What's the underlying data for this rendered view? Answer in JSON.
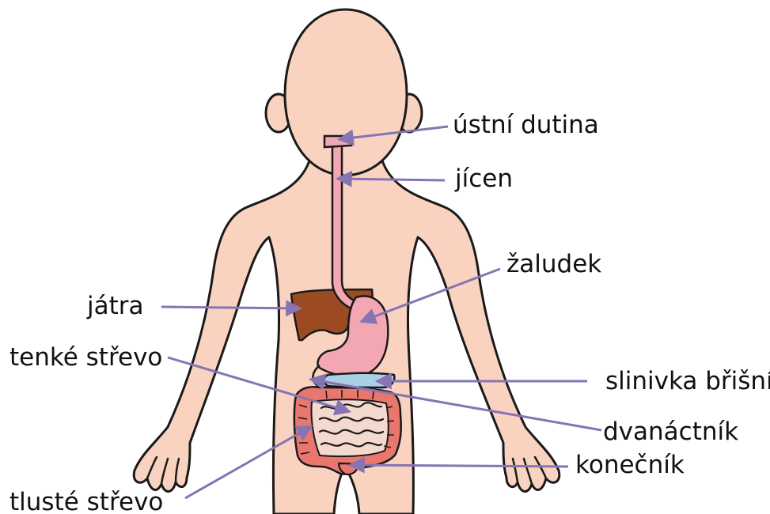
{
  "labels": {
    "mouth": "ústní dutina",
    "esophagus": "jícen",
    "stomach": "žaludek",
    "liver": "játra",
    "small_intestine": "tenké střevo",
    "pancreas": "slinivka břišní",
    "duodenum": "dvanáctník",
    "rectum": "konečník",
    "large_intestine": "tlusté střevo"
  },
  "colors": {
    "skin": "#f9d3bf",
    "outline": "#1a1a1a",
    "digestive_tract": "#f2a7b3",
    "liver": "#9c4a22",
    "pancreas": "#a8cfe6",
    "intestine": "#e9776e",
    "pointer": "#8674b3"
  }
}
